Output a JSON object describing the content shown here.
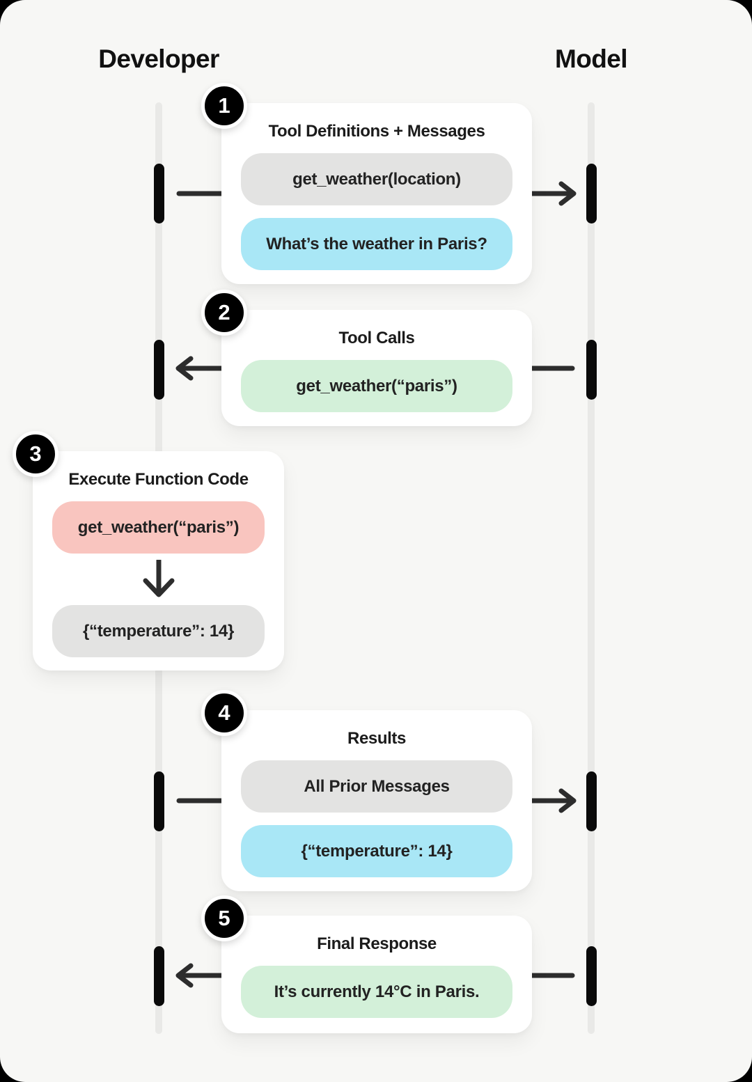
{
  "actors": {
    "left": "Developer",
    "right": "Model"
  },
  "colors": {
    "canvas_background": "#f7f7f5",
    "card_background": "#ffffff",
    "gray_pill": "#e3e3e2",
    "blue_pill": "#a9e7f6",
    "green_pill": "#d3f0d9",
    "red_pill": "#f9c5bf",
    "lifeline": "#e9e9e7",
    "activation_bar": "#0a0a0a",
    "arrow": "#2d2d2d",
    "badge": "#000000"
  },
  "steps": [
    {
      "number": "1",
      "title": "Tool Definitions + Messages",
      "direction": "developer-to-model",
      "pills": [
        {
          "kind": "gray",
          "text": "get_weather(location)"
        },
        {
          "kind": "blue",
          "text": "What’s the weather in Paris?"
        }
      ]
    },
    {
      "number": "2",
      "title": "Tool Calls",
      "direction": "model-to-developer",
      "pills": [
        {
          "kind": "green",
          "text": "get_weather(“paris”)"
        }
      ]
    },
    {
      "number": "3",
      "title": "Execute Function Code",
      "direction": "local-execution",
      "pills": [
        {
          "kind": "red",
          "text": "get_weather(“paris”)"
        },
        {
          "kind": "gray",
          "text": "{“temperature”: 14}"
        }
      ]
    },
    {
      "number": "4",
      "title": "Results",
      "direction": "developer-to-model",
      "pills": [
        {
          "kind": "gray",
          "text": "All Prior Messages"
        },
        {
          "kind": "blue",
          "text": "{“temperature”: 14}"
        }
      ]
    },
    {
      "number": "5",
      "title": "Final Response",
      "direction": "model-to-developer",
      "pills": [
        {
          "kind": "green",
          "text": "It’s currently 14°C in Paris."
        }
      ]
    }
  ]
}
